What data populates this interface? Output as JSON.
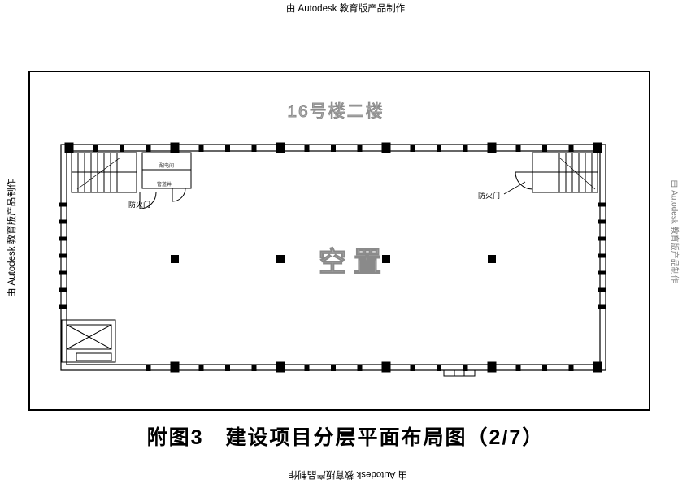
{
  "watermarks": {
    "top": "由 Autodesk 教育版产品制作",
    "left": "由 Autodesk 教育版产品制作",
    "right": "由 Autodesk 教育版产品制作",
    "bottom": "由 Autodesk 教育版产品制作"
  },
  "plan": {
    "floor_title": "16号楼二楼",
    "vacant_label": "空置",
    "fire_door_left": "防火门",
    "fire_door_right": "防火门",
    "room_label_upper": "配电间",
    "room_label_lower": "管道井"
  },
  "caption": {
    "text": "附图3　建设项目分层平面布局图（2/7）"
  }
}
